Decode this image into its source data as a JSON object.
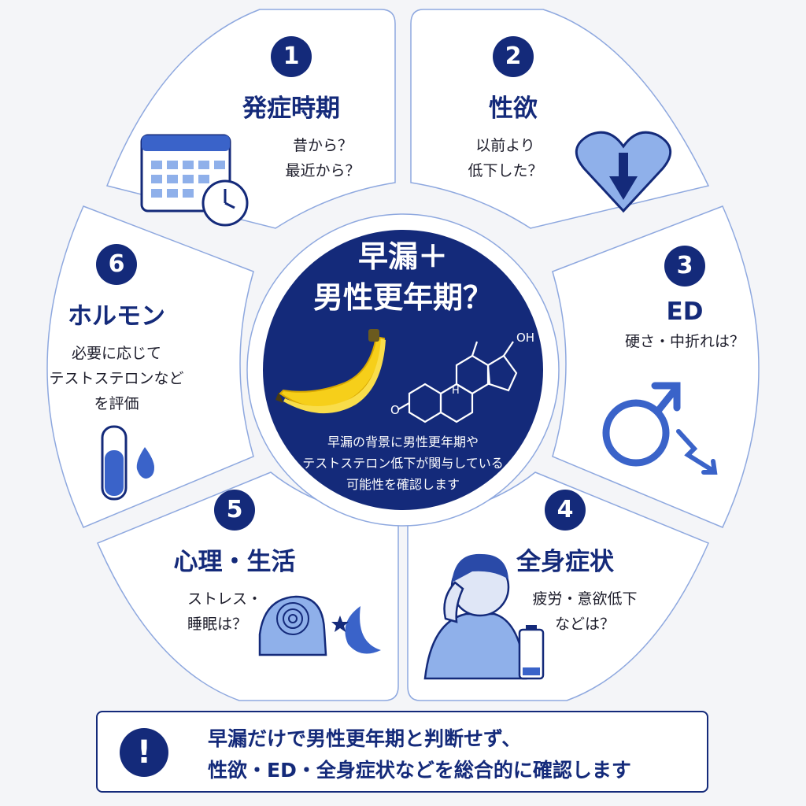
{
  "center": {
    "title": "早漏＋\n男性更年期？",
    "description": "早漏の背景に男性更年期や\nテストステロン低下が関与している\n可能性を確認します",
    "icons": [
      "banana-icon",
      "testosterone-molecule-icon"
    ],
    "molecule_labels": {
      "oh": "OH",
      "h": "H",
      "o": "O"
    }
  },
  "segments": [
    {
      "number": "1",
      "title": "発症時期",
      "description": "昔から？\n最近から？",
      "icon": "calendar-clock-icon"
    },
    {
      "number": "2",
      "title": "性欲",
      "description": "以前より\n低下した？",
      "icon": "heart-down-arrow-icon"
    },
    {
      "number": "3",
      "title": "ED",
      "description": "硬さ・中折れは？",
      "icon": "male-symbol-declining-icon"
    },
    {
      "number": "4",
      "title": "全身症状",
      "description": "疲労・意欲低下\nなどは？",
      "icon": "tired-man-low-battery-icon"
    },
    {
      "number": "5",
      "title": "心理・生活",
      "description": "ストレス・\n睡眠は？",
      "icon": "stressed-head-moon-icon"
    },
    {
      "number": "6",
      "title": "ホルモン",
      "description": "必要に応じて\nテストステロンなど\nを評価",
      "icon": "test-tube-drop-icon"
    }
  ],
  "note": {
    "icon": "exclamation-icon",
    "symbol": "!",
    "text": "早漏だけで男性更年期と判断せず、\n性欲・ED・全身症状などを総合的に確認します"
  },
  "colors": {
    "navy": "#142a7a",
    "accent_blue": "#3a63c9",
    "light_blue": "#8fb0ea",
    "banana_yellow": "#f6cf1a"
  }
}
